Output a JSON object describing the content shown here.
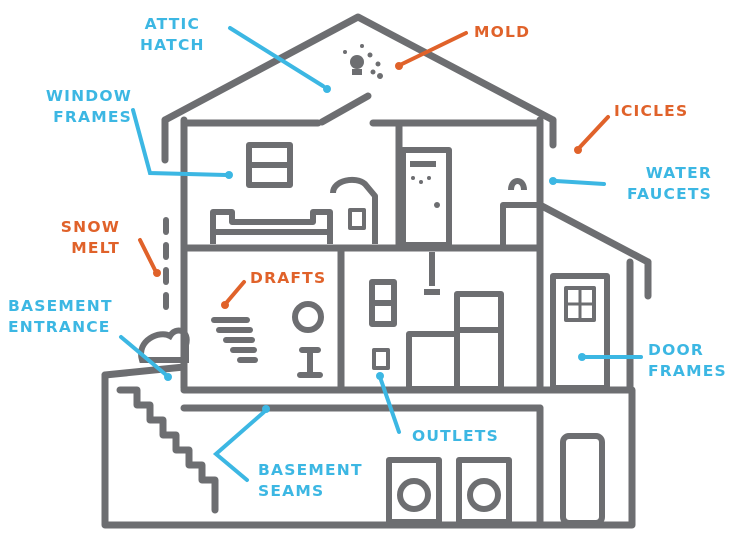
{
  "colors": {
    "house": "#6d6e71",
    "blue": "#3cb7e3",
    "orange": "#e0622a",
    "background": "#ffffff"
  },
  "labels": {
    "attic_hatch": [
      "ATTIC",
      "HATCH"
    ],
    "mold": [
      "MOLD"
    ],
    "window_frames": [
      "WINDOW",
      "FRAMES"
    ],
    "icicles": [
      "ICICLES"
    ],
    "water_faucets": [
      "WATER",
      "FAUCETS"
    ],
    "snow_melt": [
      "SNOW",
      "MELT"
    ],
    "drafts": [
      "DRAFTS"
    ],
    "basement_entrance": [
      "BASEMENT",
      "ENTRANCE"
    ],
    "door_frames": [
      "DOOR",
      "FRAMES"
    ],
    "outlets": [
      "OUTLETS"
    ],
    "basement_seams": [
      "BASEMENT",
      "SEAMS"
    ]
  }
}
